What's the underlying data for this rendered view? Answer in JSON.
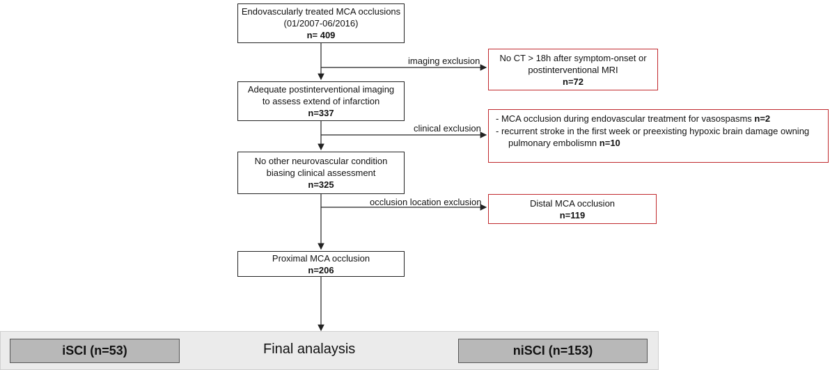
{
  "nodes": {
    "start": {
      "line1": "Endovascularly treated MCA occlusions",
      "line2": "(01/2007-06/2016)",
      "count": "n= 409"
    },
    "imaging": {
      "line1": "Adequate postinterventional imaging",
      "line2": "to assess extend of infarction",
      "count": "n=337"
    },
    "clinical": {
      "line1": "No other neurovascular condition",
      "line2": "biasing clinical assessment",
      "count": "n=325"
    },
    "proximal": {
      "line1": "Proximal MCA occlusion",
      "count": "n=206"
    }
  },
  "exclusions": {
    "imaging": {
      "label": "imaging  exclusion",
      "line1": "No CT > 18h after symptom-onset or",
      "line2": "postinterventional MRI",
      "count": "n=72"
    },
    "clinical": {
      "label": "clinical  exclusion",
      "item1_prefix": "-     MCA occlusion during endovascular treatment for vasospasms ",
      "item1_count": "n=2",
      "item2_prefix": "-     recurrent stroke in the first  week or preexisting hypoxic brain damage owning pulmonary embolismn ",
      "item2_count": "n=10"
    },
    "location": {
      "label": "occlusion location exclusion",
      "line1": "Distal MCA occlusion",
      "count": "n=119"
    }
  },
  "final": {
    "left": "iSCI (n=53)",
    "center": "Final analaysis",
    "right": "niSCI (n=153)"
  },
  "colors": {
    "border_main": "#222222",
    "border_exclusion": "#c0282c",
    "band": "#ebebeb",
    "group_box": "#b8b8b8"
  }
}
